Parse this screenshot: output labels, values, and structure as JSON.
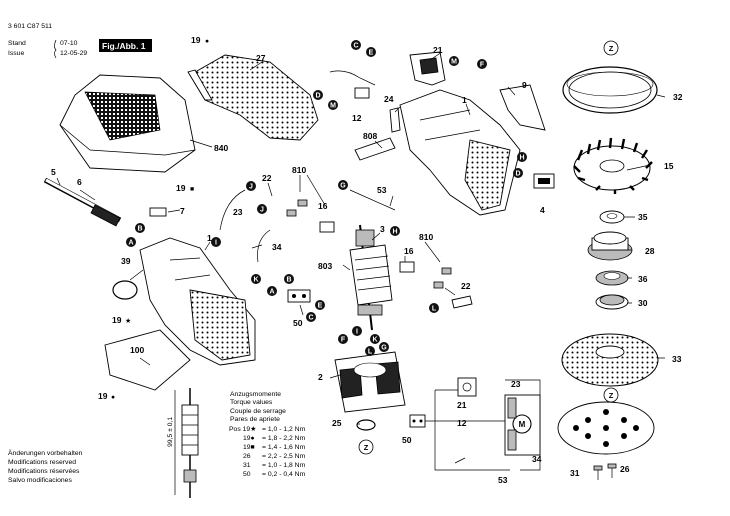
{
  "header": {
    "doc_number": "3 601 C87 511",
    "stand_label": "Stand",
    "stand_value": "07-10",
    "issue_label": "Issue",
    "issue_value": "12-05-29",
    "fig_label": "Fig./Abb. 1"
  },
  "torque_table": {
    "titles": [
      "Anzugsmomente",
      "Torque values",
      "Couple de serrage",
      "Pares de apriete"
    ],
    "rows": [
      {
        "pos": "Pos 19★",
        "eq": "= 1,0 - 1,2 Nm"
      },
      {
        "pos": "19●",
        "eq": "= 1,8 - 2,2 Nm"
      },
      {
        "pos": "19■",
        "eq": "= 1,4 - 1,6 Nm"
      },
      {
        "pos": "26",
        "eq": "= 2,2 - 2,5 Nm"
      },
      {
        "pos": "31",
        "eq": "= 1,0 - 1,8 Nm"
      },
      {
        "pos": "50",
        "eq": "= 0,2 - 0,4 Nm"
      }
    ]
  },
  "modifications": [
    "Änderungen vorbehalten",
    "Modifications reserved",
    "Modifications réservées",
    "Salvo modificaciones"
  ],
  "dimension_label": "99,5 ± 0,1",
  "part_labels": [
    "19",
    "27",
    "21",
    "9",
    "1",
    "32",
    "840",
    "5",
    "6",
    "19",
    "7",
    "24",
    "808",
    "12",
    "15",
    "22",
    "810",
    "23",
    "16",
    "53",
    "4",
    "35",
    "1",
    "34",
    "3",
    "28",
    "39",
    "803",
    "810",
    "16",
    "36",
    "22",
    "50",
    "30",
    "19",
    "100",
    "2",
    "33",
    "23",
    "21",
    "19",
    "25",
    "12",
    "50",
    "34",
    "31",
    "26",
    "53"
  ],
  "badges": [
    "C",
    "E",
    "M",
    "F",
    "D",
    "M",
    "H",
    "D",
    "G",
    "J",
    "J",
    "I",
    "K",
    "L",
    "H",
    "A",
    "B",
    "B",
    "A",
    "E",
    "C",
    "F",
    "I",
    "K",
    "G",
    "L"
  ],
  "z_markers": [
    "Z",
    "Z",
    "Z"
  ],
  "symbols": {
    "marker_19_a": "●",
    "marker_19_b": "■",
    "marker_19_c": "★",
    "marker_19_d": "●",
    "motor": "M"
  }
}
